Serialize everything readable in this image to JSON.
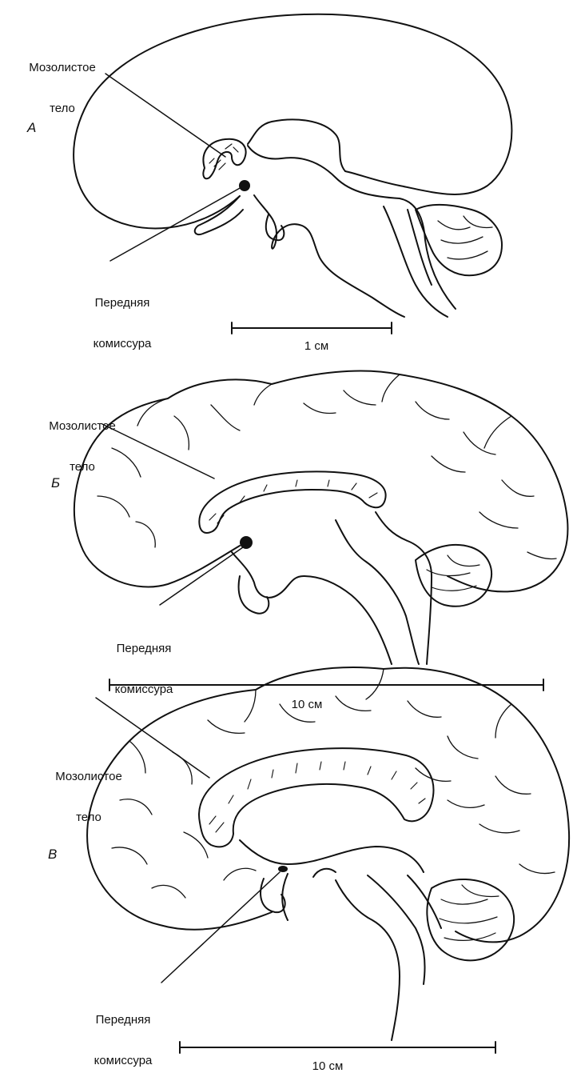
{
  "colors": {
    "ink": "#111111",
    "paper": "#ffffff"
  },
  "panels": [
    {
      "letter": "А",
      "callus_label_line1": "Мозолистое",
      "callus_label_line2": "тело",
      "commissure_label_line1": "Передняя",
      "commissure_label_line2": "комиссура",
      "scale_label": "1 см"
    },
    {
      "letter": "Б",
      "callus_label_line1": "Мозолистое",
      "callus_label_line2": "тело",
      "commissure_label_line1": "Передняя",
      "commissure_label_line2": "комиссура",
      "scale_label": "10 см"
    },
    {
      "letter": "В",
      "callus_label_line1": "Мозолистое",
      "callus_label_line2": "тело",
      "commissure_label_line1": "Передняя",
      "commissure_label_line2": "комиссура",
      "scale_label": "10 см"
    }
  ]
}
